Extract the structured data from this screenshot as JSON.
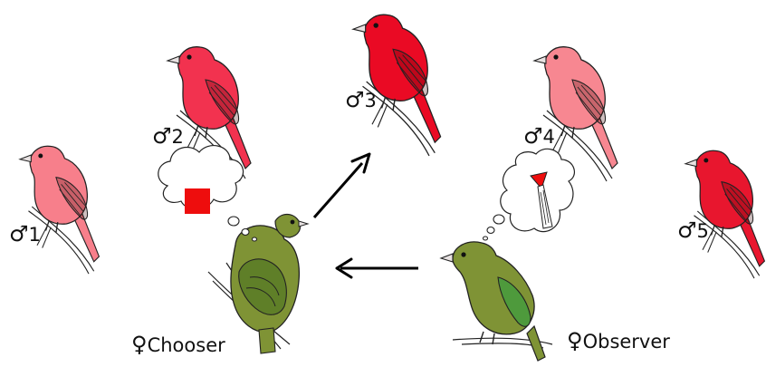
{
  "symbols": {
    "male": "♂",
    "female": "♀"
  },
  "males": [
    {
      "number": "1",
      "color": "#f77f8b"
    },
    {
      "number": "2",
      "color": "#f2324f"
    },
    {
      "number": "3",
      "color": "#ea0a24"
    },
    {
      "number": "4",
      "color": "#f78791"
    },
    {
      "number": "5",
      "color": "#e8162e"
    }
  ],
  "females": {
    "chooser": {
      "label": "Chooser",
      "color": "#7f9335",
      "wing_color": "#5f7f28"
    },
    "observer": {
      "label": "Observer",
      "color": "#7f9335",
      "wing_color": "#4e9a3c"
    }
  },
  "thoughts": {
    "chooser_icon": "red-square-icon",
    "chooser_color": "#ee0d0d",
    "observer_icon": "red-bird-head-icon",
    "observer_color": "#ee0d0d"
  },
  "arrows": [
    "chooser-to-male-3",
    "observer-to-chooser"
  ]
}
